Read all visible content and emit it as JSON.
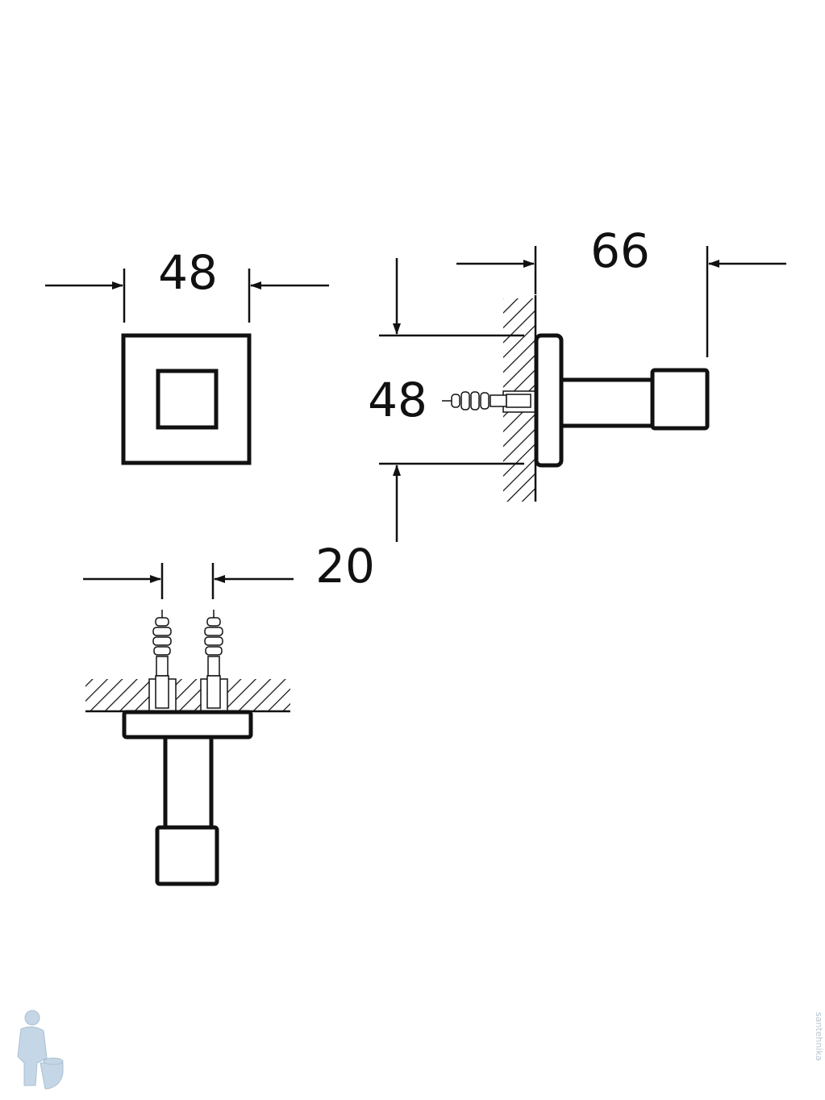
{
  "drawing": {
    "dimensions": {
      "front_width": "48",
      "side_projection": "66",
      "side_height": "48",
      "screw_spacing": "20"
    },
    "watermark": "santehnika"
  }
}
